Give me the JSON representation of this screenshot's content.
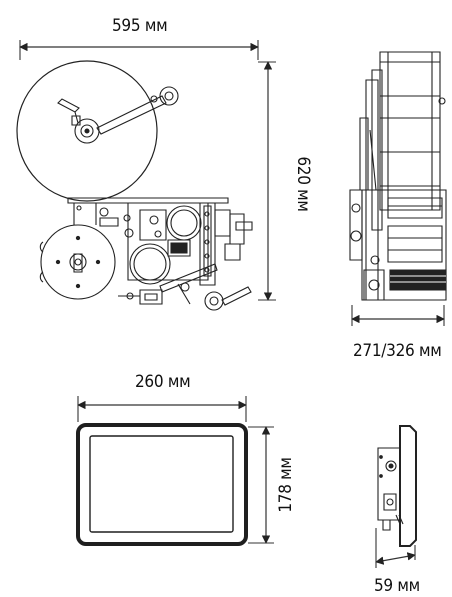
{
  "dimensions": {
    "applicator_width": "595 мм",
    "applicator_height": "620 мм",
    "applicator_depth": "271/326 мм",
    "panel_width": "260 мм",
    "panel_height": "178 мм",
    "panel_depth": "59 мм"
  },
  "colors": {
    "line": "#222222",
    "dimension_line": "#333333",
    "panel_bezel": "#1f1f1f",
    "panel_screen": "#ffffff"
  }
}
